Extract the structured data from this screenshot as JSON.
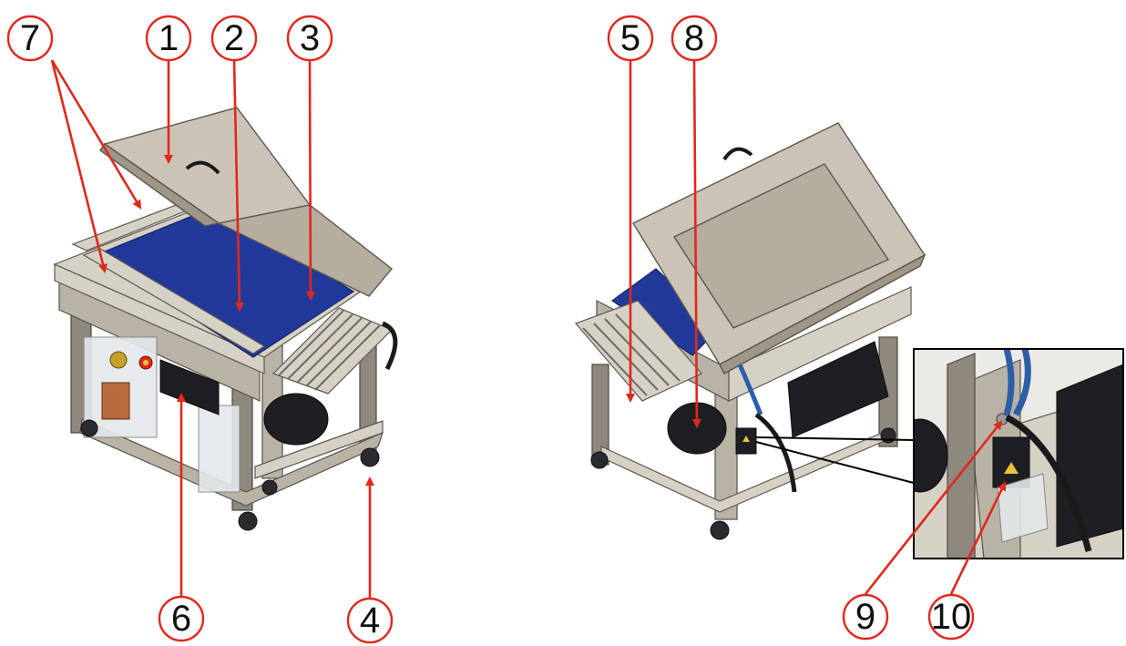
{
  "callouts": [
    {
      "id": "1",
      "label": "1"
    },
    {
      "id": "2",
      "label": "2"
    },
    {
      "id": "3",
      "label": "3"
    },
    {
      "id": "4",
      "label": "4"
    },
    {
      "id": "5",
      "label": "5"
    },
    {
      "id": "6",
      "label": "6"
    },
    {
      "id": "7",
      "label": "7"
    },
    {
      "id": "8",
      "label": "8"
    },
    {
      "id": "9",
      "label": "9"
    },
    {
      "id": "10",
      "label": "10"
    }
  ],
  "colors": {
    "arrow": "#e0281c",
    "callout_ring": "#e0281c",
    "chamber_insert": "#23399a",
    "stainless_steel": "#b9b3a6"
  },
  "illustrations": {
    "left": "vacuum-packing-machine-front-view",
    "right": "vacuum-packing-machine-rear-view",
    "inset": "rear-connection-detail-zoom"
  }
}
